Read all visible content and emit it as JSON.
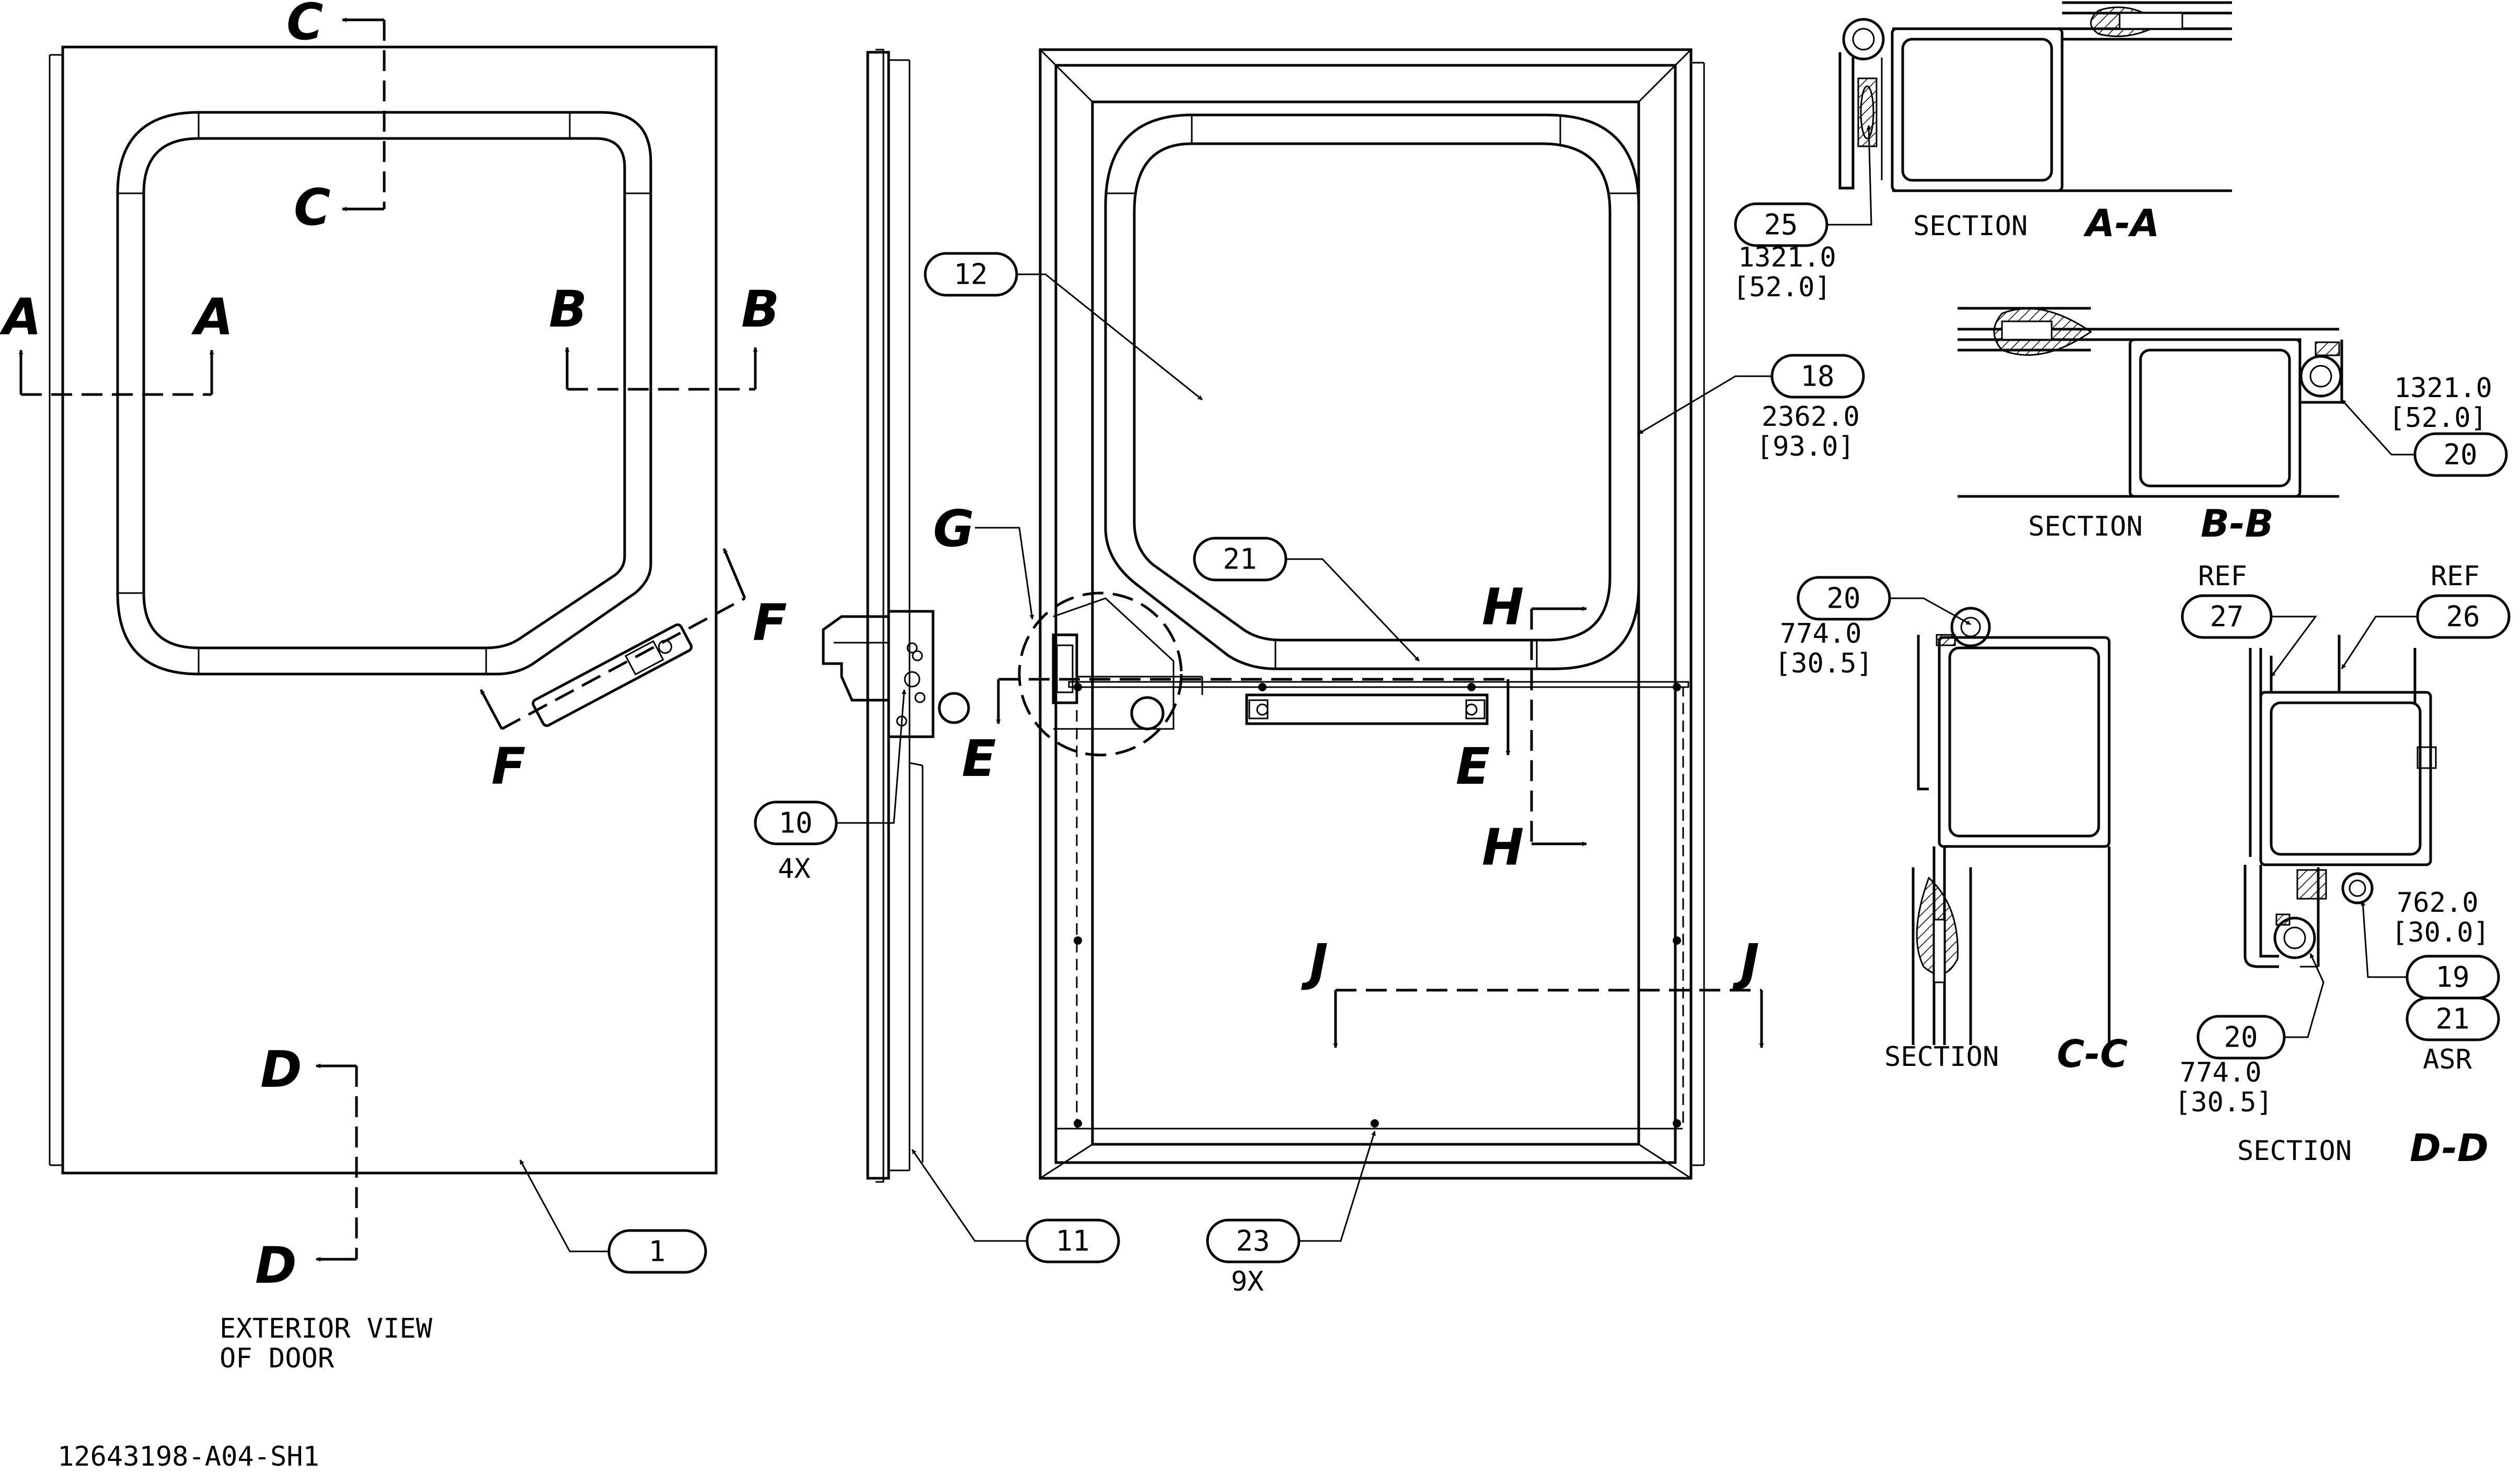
{
  "drawing_number": "12643198-A04-SH1",
  "exterior_view_note": [
    "EXTERIOR VIEW",
    "OF DOOR"
  ],
  "cut_letters": {
    "A": "A",
    "B": "B",
    "C": "C",
    "D": "D",
    "E": "E",
    "F": "F",
    "G": "G",
    "H": "H",
    "J": "J"
  },
  "balloons": {
    "b1": "1",
    "b10": "10",
    "b11": "11",
    "b12": "12",
    "b18": "18",
    "b19": "19",
    "b20_bb": "20",
    "b20_cc": "20",
    "b20_dd": "20",
    "b21_main": "21",
    "b21_dd": "21",
    "b23": "23",
    "b25": "25",
    "b26": "26",
    "b27": "27"
  },
  "qty": {
    "q10": "4X",
    "q23": "9X"
  },
  "notes": {
    "aa_dim": "1321.0",
    "aa_dim_in": "[52.0]",
    "bb_dim": "1321.0",
    "bb_dim_in": "[52.0]",
    "b18_dim": "2362.0",
    "b18_dim_in": "[93.0]",
    "cc_dim": "774.0",
    "cc_dim_in": "[30.5]",
    "dd_top_dim": "762.0",
    "dd_top_dim_in": "[30.0]",
    "dd_bot_dim": "774.0",
    "dd_bot_dim_in": "[30.5]",
    "ref_27": "REF",
    "ref_26": "REF",
    "asr": "ASR"
  },
  "sections": {
    "aa": {
      "label": "SECTION",
      "letter": "A-A"
    },
    "bb": {
      "label": "SECTION",
      "letter": "B-B"
    },
    "cc": {
      "label": "SECTION",
      "letter": "C-C"
    },
    "dd": {
      "label": "SECTION",
      "letter": "D-D"
    }
  }
}
